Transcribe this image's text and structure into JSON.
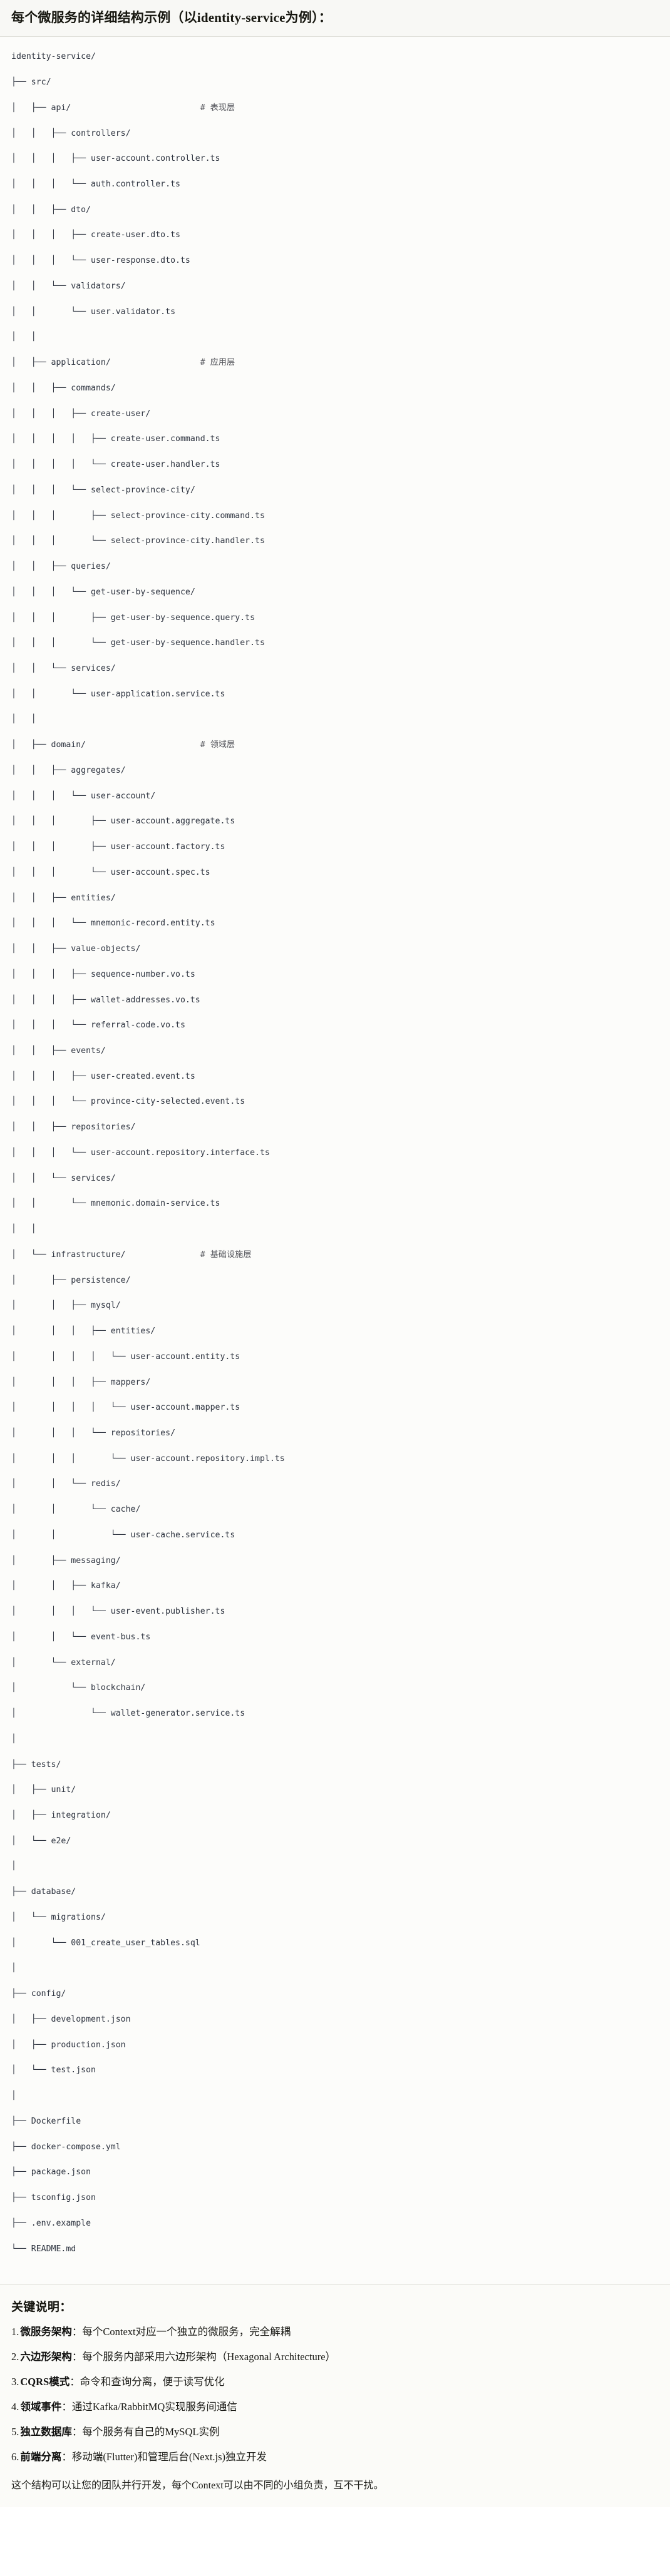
{
  "header": {
    "title": "每个微服务的详细结构示例（以identity-service为例）："
  },
  "tree": {
    "lines": [
      {
        "path": "identity-service/",
        "comment": ""
      },
      {
        "path": "├── src/",
        "comment": ""
      },
      {
        "path": "│   ├── api/",
        "comment": "# 表现层"
      },
      {
        "path": "│   │   ├── controllers/",
        "comment": ""
      },
      {
        "path": "│   │   │   ├── user-account.controller.ts",
        "comment": ""
      },
      {
        "path": "│   │   │   └── auth.controller.ts",
        "comment": ""
      },
      {
        "path": "│   │   ├── dto/",
        "comment": ""
      },
      {
        "path": "│   │   │   ├── create-user.dto.ts",
        "comment": ""
      },
      {
        "path": "│   │   │   └── user-response.dto.ts",
        "comment": ""
      },
      {
        "path": "│   │   └── validators/",
        "comment": ""
      },
      {
        "path": "│   │       └── user.validator.ts",
        "comment": ""
      },
      {
        "path": "│   │",
        "comment": ""
      },
      {
        "path": "│   ├── application/",
        "comment": "# 应用层"
      },
      {
        "path": "│   │   ├── commands/",
        "comment": ""
      },
      {
        "path": "│   │   │   ├── create-user/",
        "comment": ""
      },
      {
        "path": "│   │   │   │   ├── create-user.command.ts",
        "comment": ""
      },
      {
        "path": "│   │   │   │   └── create-user.handler.ts",
        "comment": ""
      },
      {
        "path": "│   │   │   └── select-province-city/",
        "comment": ""
      },
      {
        "path": "│   │   │       ├── select-province-city.command.ts",
        "comment": ""
      },
      {
        "path": "│   │   │       └── select-province-city.handler.ts",
        "comment": ""
      },
      {
        "path": "│   │   ├── queries/",
        "comment": ""
      },
      {
        "path": "│   │   │   └── get-user-by-sequence/",
        "comment": ""
      },
      {
        "path": "│   │   │       ├── get-user-by-sequence.query.ts",
        "comment": ""
      },
      {
        "path": "│   │   │       └── get-user-by-sequence.handler.ts",
        "comment": ""
      },
      {
        "path": "│   │   └── services/",
        "comment": ""
      },
      {
        "path": "│   │       └── user-application.service.ts",
        "comment": ""
      },
      {
        "path": "│   │",
        "comment": ""
      },
      {
        "path": "│   ├── domain/",
        "comment": "# 领域层"
      },
      {
        "path": "│   │   ├── aggregates/",
        "comment": ""
      },
      {
        "path": "│   │   │   └── user-account/",
        "comment": ""
      },
      {
        "path": "│   │   │       ├── user-account.aggregate.ts",
        "comment": ""
      },
      {
        "path": "│   │   │       ├── user-account.factory.ts",
        "comment": ""
      },
      {
        "path": "│   │   │       └── user-account.spec.ts",
        "comment": ""
      },
      {
        "path": "│   │   ├── entities/",
        "comment": ""
      },
      {
        "path": "│   │   │   └── mnemonic-record.entity.ts",
        "comment": ""
      },
      {
        "path": "│   │   ├── value-objects/",
        "comment": ""
      },
      {
        "path": "│   │   │   ├── sequence-number.vo.ts",
        "comment": ""
      },
      {
        "path": "│   │   │   ├── wallet-addresses.vo.ts",
        "comment": ""
      },
      {
        "path": "│   │   │   └── referral-code.vo.ts",
        "comment": ""
      },
      {
        "path": "│   │   ├── events/",
        "comment": ""
      },
      {
        "path": "│   │   │   ├── user-created.event.ts",
        "comment": ""
      },
      {
        "path": "│   │   │   └── province-city-selected.event.ts",
        "comment": ""
      },
      {
        "path": "│   │   ├── repositories/",
        "comment": ""
      },
      {
        "path": "│   │   │   └── user-account.repository.interface.ts",
        "comment": ""
      },
      {
        "path": "│   │   └── services/",
        "comment": ""
      },
      {
        "path": "│   │       └── mnemonic.domain-service.ts",
        "comment": ""
      },
      {
        "path": "│   │",
        "comment": ""
      },
      {
        "path": "│   └── infrastructure/",
        "comment": "# 基础设施层"
      },
      {
        "path": "│       ├── persistence/",
        "comment": ""
      },
      {
        "path": "│       │   ├── mysql/",
        "comment": ""
      },
      {
        "path": "│       │   │   ├── entities/",
        "comment": ""
      },
      {
        "path": "│       │   │   │   └── user-account.entity.ts",
        "comment": ""
      },
      {
        "path": "│       │   │   ├── mappers/",
        "comment": ""
      },
      {
        "path": "│       │   │   │   └── user-account.mapper.ts",
        "comment": ""
      },
      {
        "path": "│       │   │   └── repositories/",
        "comment": ""
      },
      {
        "path": "│       │   │       └── user-account.repository.impl.ts",
        "comment": ""
      },
      {
        "path": "│       │   └── redis/",
        "comment": ""
      },
      {
        "path": "│       │       └── cache/",
        "comment": ""
      },
      {
        "path": "│       │           └── user-cache.service.ts",
        "comment": ""
      },
      {
        "path": "│       ├── messaging/",
        "comment": ""
      },
      {
        "path": "│       │   ├── kafka/",
        "comment": ""
      },
      {
        "path": "│       │   │   └── user-event.publisher.ts",
        "comment": ""
      },
      {
        "path": "│       │   └── event-bus.ts",
        "comment": ""
      },
      {
        "path": "│       └── external/",
        "comment": ""
      },
      {
        "path": "│           └── blockchain/",
        "comment": ""
      },
      {
        "path": "│               └── wallet-generator.service.ts",
        "comment": ""
      },
      {
        "path": "│",
        "comment": ""
      },
      {
        "path": "├── tests/",
        "comment": ""
      },
      {
        "path": "│   ├── unit/",
        "comment": ""
      },
      {
        "path": "│   ├── integration/",
        "comment": ""
      },
      {
        "path": "│   └── e2e/",
        "comment": ""
      },
      {
        "path": "│",
        "comment": ""
      },
      {
        "path": "├── database/",
        "comment": ""
      },
      {
        "path": "│   └── migrations/",
        "comment": ""
      },
      {
        "path": "│       └── 001_create_user_tables.sql",
        "comment": ""
      },
      {
        "path": "│",
        "comment": ""
      },
      {
        "path": "├── config/",
        "comment": ""
      },
      {
        "path": "│   ├── development.json",
        "comment": ""
      },
      {
        "path": "│   ├── production.json",
        "comment": ""
      },
      {
        "path": "│   └── test.json",
        "comment": ""
      },
      {
        "path": "│",
        "comment": ""
      },
      {
        "path": "├── Dockerfile",
        "comment": ""
      },
      {
        "path": "├── docker-compose.yml",
        "comment": ""
      },
      {
        "path": "├── package.json",
        "comment": ""
      },
      {
        "path": "├── tsconfig.json",
        "comment": ""
      },
      {
        "path": "├── .env.example",
        "comment": ""
      },
      {
        "path": "└── README.md",
        "comment": ""
      }
    ]
  },
  "keys": {
    "title": "关键说明：",
    "items": [
      {
        "num": "1.",
        "term": "微服务架构",
        "sep": "：",
        "desc": "每个Context对应一个独立的微服务，完全解耦"
      },
      {
        "num": "2.",
        "term": "六边形架构",
        "sep": "：",
        "desc": "每个服务内部采用六边形架构（Hexagonal Architecture）"
      },
      {
        "num": "3.",
        "term": "CQRS模式",
        "sep": "：",
        "desc": "命令和查询分离，便于读写优化"
      },
      {
        "num": "4.",
        "term": "领域事件",
        "sep": "：",
        "desc": "通过Kafka/RabbitMQ实现服务间通信"
      },
      {
        "num": "5.",
        "term": "独立数据库",
        "sep": "：",
        "desc": "每个服务有自己的MySQL实例"
      },
      {
        "num": "6.",
        "term": "前端分离",
        "sep": "：",
        "desc": "移动端(Flutter)和管理后台(Next.js)独立开发"
      }
    ],
    "closing": "这个结构可以让您的团队并行开发，每个Context可以由不同的小组负责，互不干扰。"
  },
  "colors": {
    "text": "#1f1f1f",
    "code": "#2e3440",
    "comment": "#55565c",
    "header_bg": "#f8f8f5",
    "tree_bg": "#fcfcfa"
  }
}
